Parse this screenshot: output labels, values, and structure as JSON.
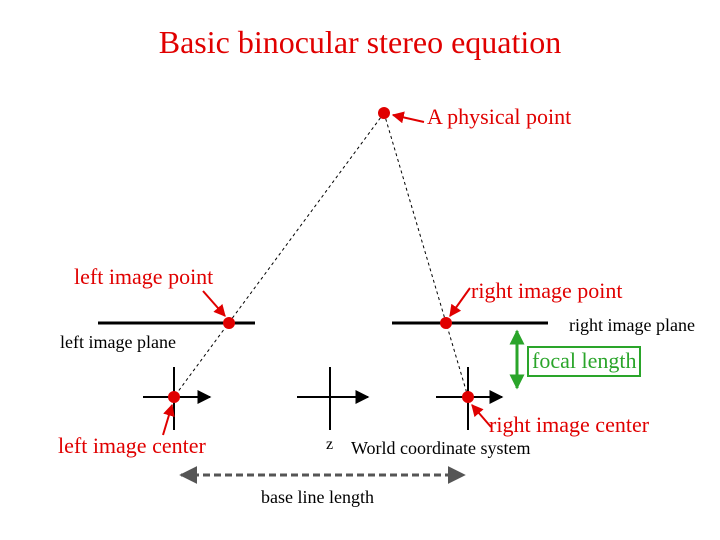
{
  "title": "Basic binocular stereo equation",
  "labels": {
    "physical_point": "A physical point",
    "left_image_point": "left  image point",
    "right_image_point": "right  image point",
    "left_image_plane": "left image plane",
    "right_image_plane": "right image plane",
    "focal_length": "focal length",
    "left_image_center": "left  image center",
    "right_image_center": "right  image center",
    "z_axis": "z",
    "world_coordinate_system": "World coordinate system",
    "base_line_length": "base line length"
  },
  "colors": {
    "red": "#e00000",
    "black": "#000000",
    "green": "#2aa52a",
    "gray": "#555555"
  }
}
